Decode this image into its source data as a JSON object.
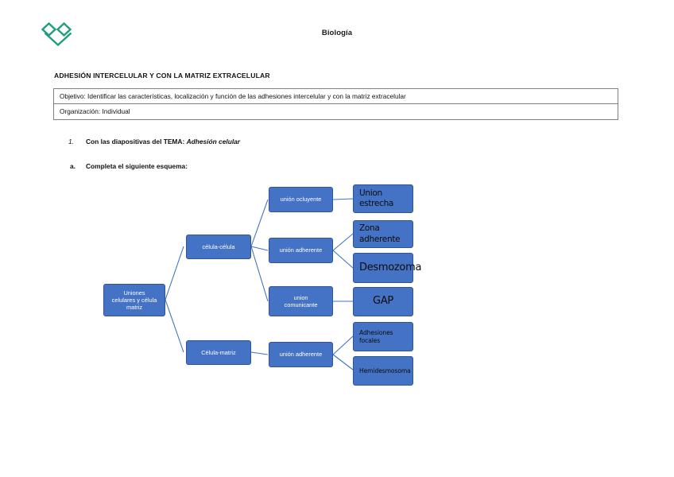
{
  "header": {
    "logo_name": "diamond-heart-logo",
    "logo_color": "#1e9e7e",
    "doc_title": "Biología"
  },
  "section": {
    "heading": "ADHESIÓN INTERCELULAR Y CON LA MATRIZ EXTRACELULAR"
  },
  "info_table": {
    "rows": [
      {
        "text": "Objetivo: Identificar las características, localización y función de las adhesiones intercelular y con la matriz extracelular"
      },
      {
        "text": "Organización: Individual"
      }
    ]
  },
  "tasks": {
    "item1": {
      "marker": "1.",
      "text": "Con las diapositivas del TEMA: ",
      "emphasis": "Adhesión celular"
    },
    "item_a": {
      "marker": "a.",
      "text": "Completa el siguiente esquema:"
    }
  },
  "diagram": {
    "node_fill": "#4472c4",
    "node_stroke": "#2f5597",
    "connector_color": "#4472c4",
    "nodes": {
      "root": "Uniones celulares y célula matriz",
      "root_line1": "Uniones",
      "root_line2": "celulares y célula",
      "root_line3": "matriz",
      "celula_celula": "célula-célula",
      "celula_matriz": "Célula-matriz",
      "union_ocluyente": "unión ocluyente",
      "union_adherente_1": "unión adherente",
      "union_comunicante_line1": "union",
      "union_comunicante_line2": "comunicante",
      "union_adherente_2": "unión adherente",
      "union_estrecha": "Union estrecha",
      "zona_adherente": "Zona adherente",
      "desmozoma": "Desmozoma",
      "gap": "GAP",
      "adhesiones_focales": "Adhesiones focales",
      "hemidesmosoma": "Hemidesmosoma"
    }
  }
}
